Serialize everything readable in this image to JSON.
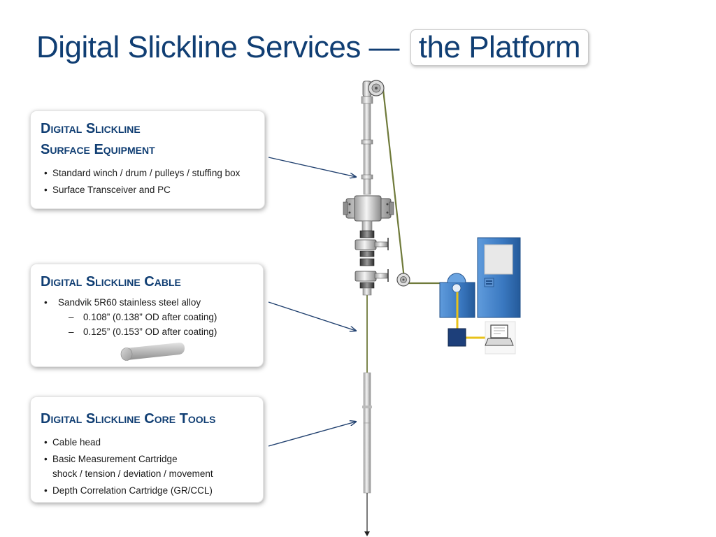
{
  "title": {
    "main": "Digital Slickline Services —",
    "highlight": "the Platform"
  },
  "cards": {
    "surface": {
      "heading_line1": "Digital Slickline",
      "heading_line2": "Surface Equipment",
      "items": [
        "Standard winch  / drum / pulleys / stuffing box",
        "Surface Transceiver and PC"
      ]
    },
    "cable": {
      "heading": "Digital Slickline Cable",
      "item": "Sandvik 5R60 stainless steel alloy",
      "subitems": [
        "0.108”  (0.138” OD after coating)",
        "0.125” (0.153” OD after coating)"
      ]
    },
    "tools": {
      "heading": "Digital Slickline Core Tools",
      "items": [
        "Cable head",
        "Basic Measurement Cartridge",
        "shock / tension / deviation / movement",
        "Depth Correlation Cartridge (GR/CCL)"
      ]
    }
  },
  "colors": {
    "title": "#103e73",
    "arrow": "#1f3f6e",
    "cable": "#6f7a3a",
    "equipment_blue": "#3a78c0",
    "data_link": "#e8c21a"
  }
}
